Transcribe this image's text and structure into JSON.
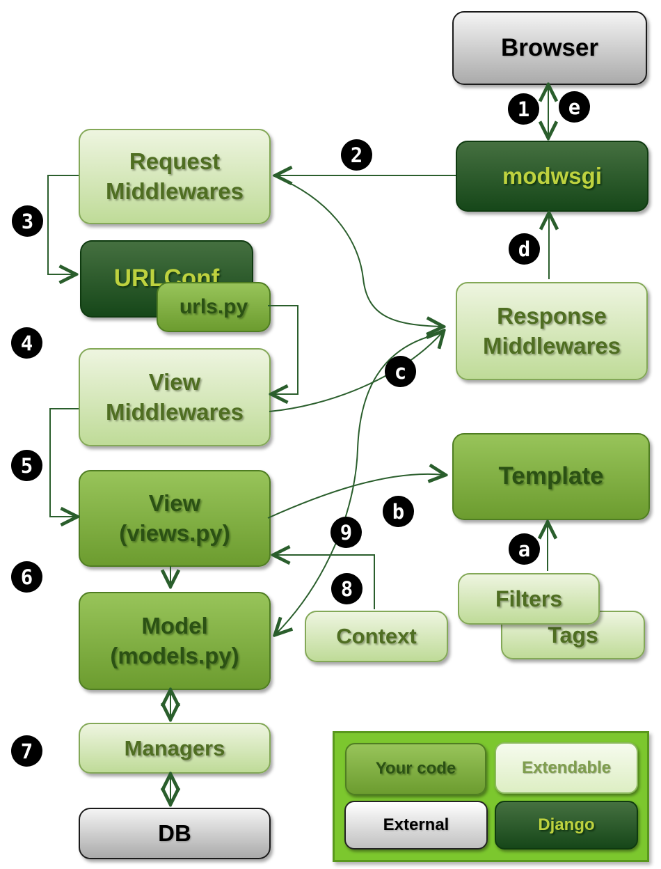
{
  "nodes": {
    "browser": {
      "lines": [
        "Browser"
      ],
      "category": "External"
    },
    "modwsgi": {
      "lines": [
        "modwsgi"
      ],
      "category": "Django"
    },
    "request_mw": {
      "lines": [
        "Request",
        "Middlewares"
      ],
      "category": "Extendable"
    },
    "urlconf": {
      "lines": [
        "URLConf"
      ],
      "category": "Django"
    },
    "urlspy": {
      "lines": [
        "urls.py"
      ],
      "category": "Your code"
    },
    "view_mw": {
      "lines": [
        "View",
        "Middlewares"
      ],
      "category": "Extendable"
    },
    "view": {
      "lines": [
        "View",
        "(views.py)"
      ],
      "category": "Your code"
    },
    "model": {
      "lines": [
        "Model",
        "(models.py)"
      ],
      "category": "Your code"
    },
    "managers": {
      "lines": [
        "Managers"
      ],
      "category": "Extendable"
    },
    "db": {
      "lines": [
        "DB"
      ],
      "category": "External"
    },
    "response_mw": {
      "lines": [
        "Response",
        "Middlewares"
      ],
      "category": "Extendable"
    },
    "template": {
      "lines": [
        "Template"
      ],
      "category": "Your code"
    },
    "filters": {
      "lines": [
        "Filters"
      ],
      "category": "Extendable"
    },
    "tags": {
      "lines": [
        "Tags"
      ],
      "category": "Extendable"
    },
    "context": {
      "lines": [
        "Context"
      ],
      "category": "Extendable"
    }
  },
  "badges": {
    "n1": "1",
    "n2": "2",
    "n3": "3",
    "n4": "4",
    "n5": "5",
    "n6": "6",
    "n7": "7",
    "n8": "8",
    "n9": "9",
    "a": "a",
    "b": "b",
    "c": "c",
    "d": "d",
    "e": "e"
  },
  "legend": {
    "your_code": "Your code",
    "extendable": "Extendable",
    "external": "External",
    "django": "Django"
  },
  "colors": {
    "line": "#2a5e2c",
    "badge-bg": "#000000",
    "badge-text": "#ffffff",
    "legend-panel": "#7cc72e",
    "light-top": "#eef5e0",
    "light-bottom": "#bfdb98",
    "light-text": "#4f6e22",
    "medium-top": "#98c45a",
    "medium-bottom": "#6c9c2f",
    "medium-text": "#2b5114",
    "dark-top": "#457040",
    "dark-bottom": "#164719",
    "dark-text": "#bed23f",
    "gray-top": "#f4f4f4",
    "gray-bottom": "#aaaaaa"
  }
}
